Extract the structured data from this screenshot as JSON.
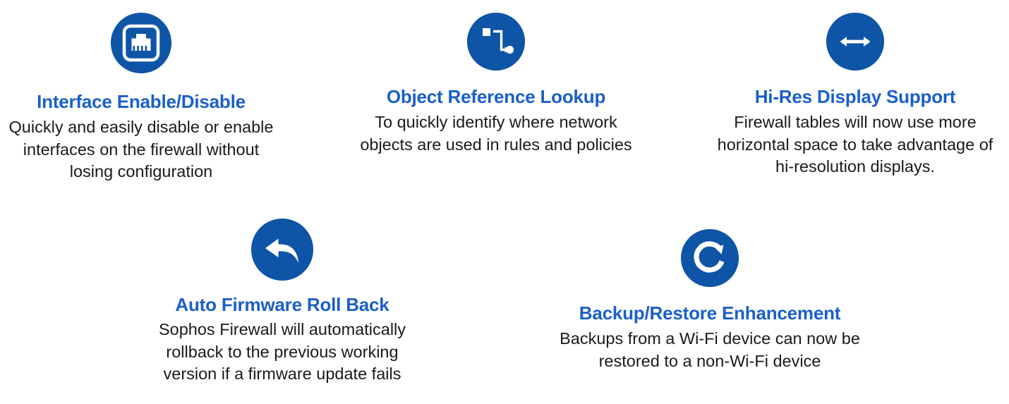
{
  "theme": {
    "background": "#ffffff",
    "icon_circle_color": "#0E55A7",
    "title_color": "#1A5FC8",
    "body_text_color": "#1a1a1a",
    "icon_glyph_color": "#ffffff"
  },
  "features": [
    {
      "id": "interface-enable-disable",
      "icon_name": "ethernet-port-icon",
      "title": "Interface Enable/Disable",
      "description_lines": [
        "Quickly and easily disable or enable",
        "interfaces on the firewall without",
        "losing configuration"
      ],
      "description": "Quickly and easily disable or enable interfaces on the firewall without losing configuration"
    },
    {
      "id": "object-reference-lookup",
      "icon_name": "object-reference-path-icon",
      "title": "Object Reference Lookup",
      "description_lines": [
        "To quickly identify where network",
        "objects are used in rules and policies"
      ],
      "description": "To quickly identify where network objects are used in rules and policies"
    },
    {
      "id": "hi-res-display-support",
      "icon_name": "horizontal-double-arrow-icon",
      "title": "Hi-Res Display Support",
      "description_lines": [
        "Firewall tables will now use more",
        "horizontal space to take advantage of",
        "hi-resolution displays."
      ],
      "description": "Firewall tables will now use more horizontal space to take advantage of hi-resolution displays."
    },
    {
      "id": "auto-firmware-roll-back",
      "icon_name": "undo-arrow-icon",
      "title": "Auto Firmware Roll Back",
      "description_lines": [
        "Sophos Firewall will automatically",
        "rollback to the previous working",
        "version if a firmware update fails"
      ],
      "description": "Sophos Firewall will automatically rollback to the previous working version if a firmware update fails"
    },
    {
      "id": "backup-restore-enhancement",
      "icon_name": "circular-restore-arrow-icon",
      "title": "Backup/Restore Enhancement",
      "description_lines": [
        "Backups from a Wi-Fi device can now be",
        "restored to a non-Wi-Fi device"
      ],
      "description": "Backups from a Wi-Fi device can now be restored to a non-Wi-Fi device"
    }
  ]
}
